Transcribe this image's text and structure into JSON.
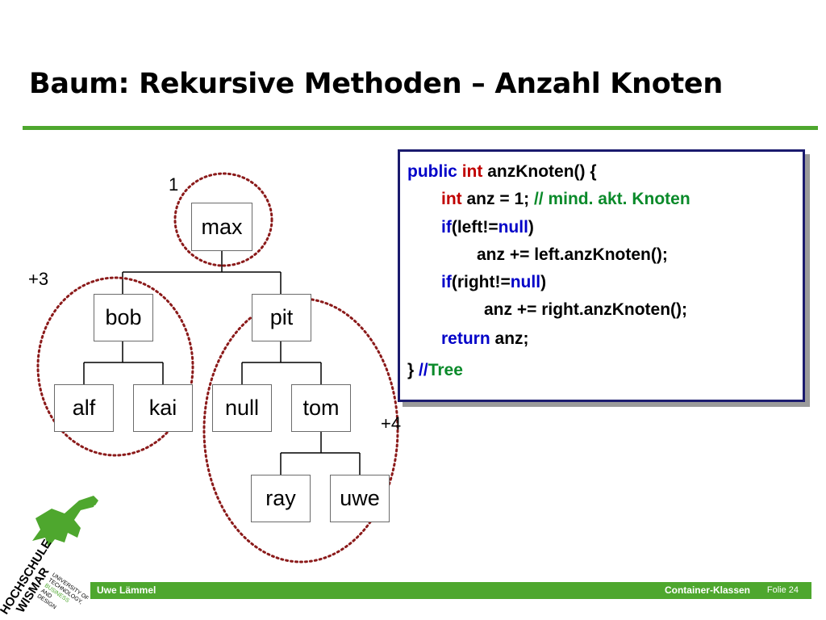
{
  "slide": {
    "title": "Baum: Rekursive Methoden – Anzahl Knoten"
  },
  "code": {
    "line1": {
      "kw_public": "public",
      "kw_int": "int",
      "rest": "anzKnoten() {"
    },
    "line2": {
      "kw_int": "int",
      "rest": "anz = 1;",
      "comment": "// mind. akt. Knoten"
    },
    "line3": {
      "kw_if": "if",
      "mid": "(left!=",
      "kw_null": "null",
      "end": ")"
    },
    "line4": {
      "text": "anz += left.anzKnoten();"
    },
    "line5": {
      "kw_if": "if",
      "mid": "(right!=",
      "kw_null": "null",
      "end": ")"
    },
    "line6": {
      "text": "anz += right.anzKnoten();"
    },
    "line7": {
      "kw_return": "return",
      "rest": "anz;"
    },
    "line8": {
      "brace": "}",
      "comment_prefix": "//",
      "comment": "Tree"
    }
  },
  "tree": {
    "nodes": {
      "max": "max",
      "bob": "bob",
      "pit": "pit",
      "alf": "alf",
      "kai": "kai",
      "null": "null",
      "tom": "tom",
      "ray": "ray",
      "uwe": "uwe"
    },
    "count_labels": {
      "root": "1",
      "left": "+3",
      "right": "+4"
    }
  },
  "footer": {
    "author": "Uwe Lämmel",
    "topic": "Container-Klassen",
    "page": "Folie 24"
  },
  "logo": {
    "name": "HOCHSCHULE WISMAR",
    "tagline": "UNIVERSITY OF TECHNOLOGY, BUSINESS AND DESIGN"
  },
  "colors": {
    "accent_green": "#4ea72e",
    "code_border": "#1a1a6e",
    "keyword_blue": "#0000c8",
    "keyword_red": "#c00000",
    "comment_green": "#0a8a2a",
    "dotted_circle": "#8b1a1a"
  }
}
